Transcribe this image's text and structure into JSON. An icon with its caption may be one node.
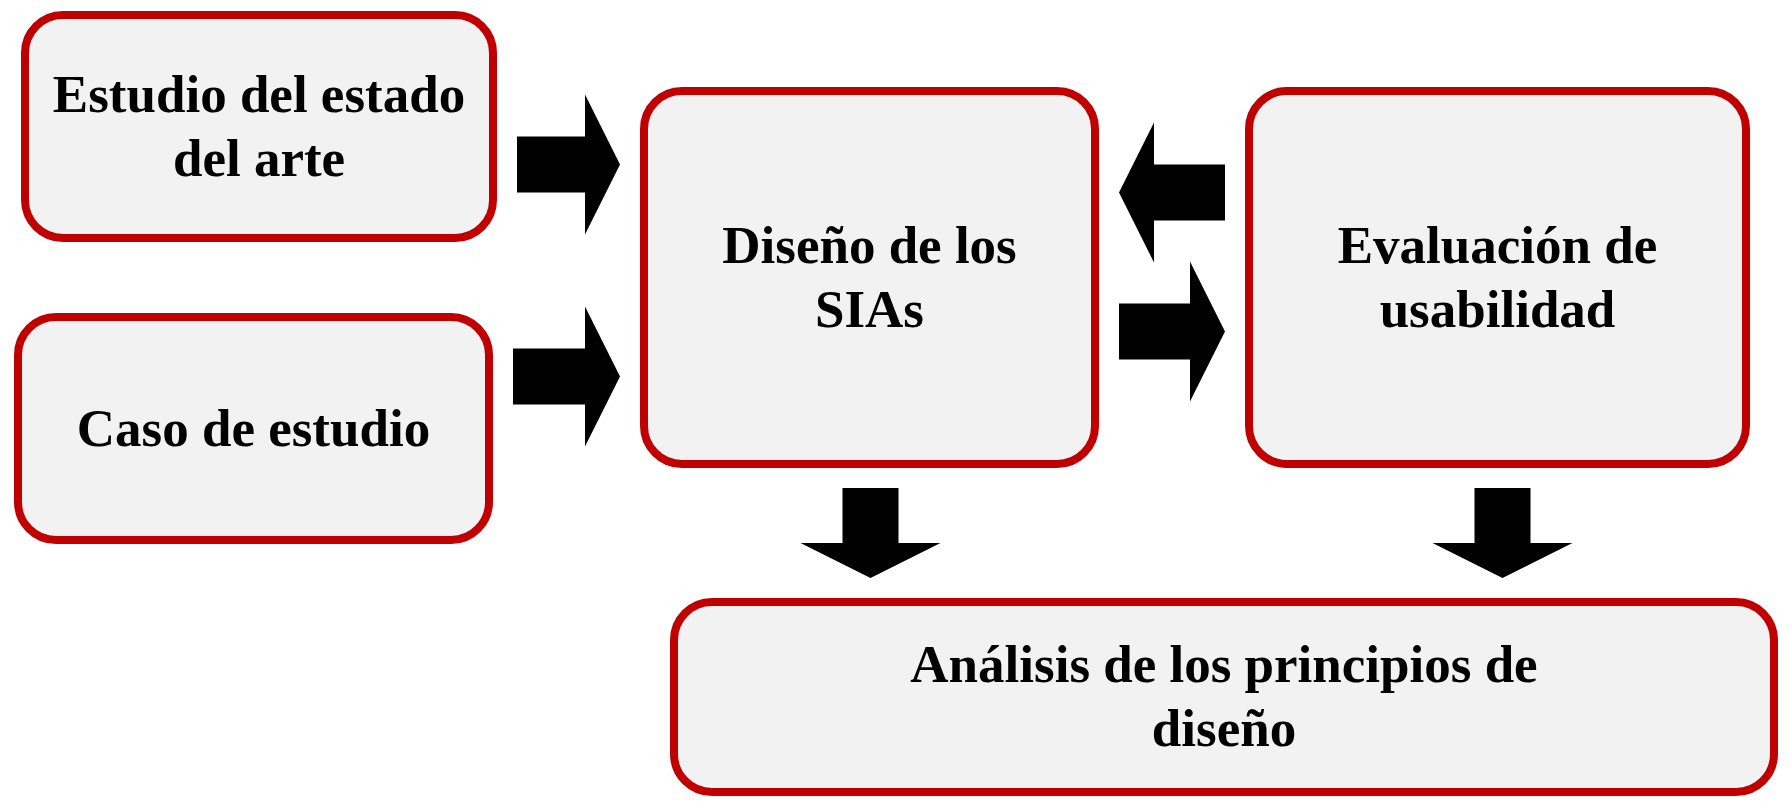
{
  "diagram": {
    "nodes": [
      {
        "text": [
          "Estudio del estado del arte"
        ]
      },
      {
        "text": [
          "Caso de estudio"
        ]
      },
      {
        "text": [
          "Diseño de los SIAs"
        ]
      },
      {
        "text": [
          "Evaluación de usabilidad"
        ]
      },
      {
        "text": [
          "Análisis de los principios de diseño"
        ]
      }
    ],
    "edges": [
      {
        "from": 0,
        "to": 2,
        "arrow": "to"
      },
      {
        "from": 1,
        "to": 2,
        "arrow": "to"
      },
      {
        "from": 3,
        "to": 2,
        "arrow": "to"
      },
      {
        "from": 2,
        "to": 3,
        "arrow": "to"
      },
      {
        "from": 2,
        "to": 4,
        "arrow": "to"
      },
      {
        "from": 3,
        "to": 4,
        "arrow": "to"
      }
    ]
  }
}
